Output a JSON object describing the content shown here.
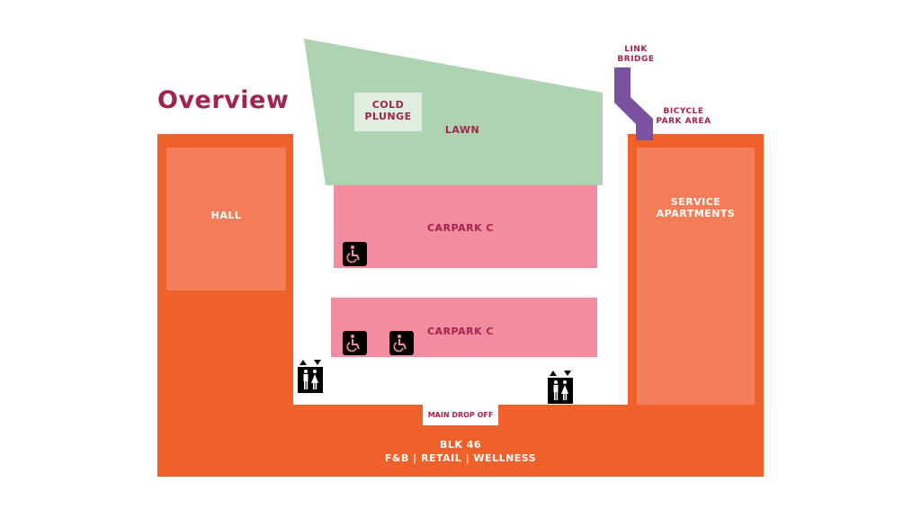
{
  "title": "Overview",
  "areas": {
    "lawn": "LAWN",
    "cold_plunge": [
      "COLD",
      "PLUNGE"
    ],
    "link_bridge": [
      "LINK",
      "BRIDGE"
    ],
    "bicycle_park": [
      "BICYCLE",
      "PARK AREA"
    ],
    "hall": "HALL",
    "service_apartments": [
      "SERVICE",
      "APARTMENTS"
    ],
    "carpark_upper": "CARPARK C",
    "carpark_lower": "CARPARK C",
    "main_drop_off": "MAIN DROP OFF",
    "block": "BLK 46",
    "block_uses": "F&B | RETAIL | WELLNESS"
  },
  "icons": {
    "accessible_parking": "wheelchair-icon",
    "lift": "lift-icon"
  },
  "colors": {
    "orange": "#f0602b",
    "orange_light": "#f47c59",
    "lawn": "#aed3b1",
    "cold_plunge": "#dfeedf",
    "carpark": "#f28ca1",
    "bridge": "#7a52a0",
    "label": "#a3234f"
  }
}
